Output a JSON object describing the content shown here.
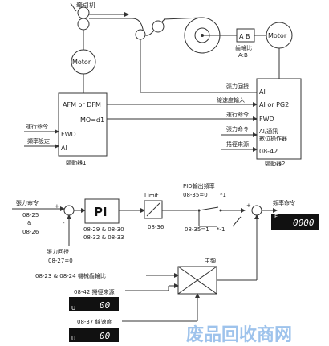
{
  "top": {
    "traction_label": "牵引机",
    "motor_label_1": "Motor",
    "motor_label_2": "Motor",
    "ratio_box": "A B",
    "ratio_caption": "齒輪比",
    "ratio_ab": "A:B",
    "driver1": {
      "afm": "AFM or DFM",
      "mo": "MO=d1",
      "fwd": "FWD",
      "ai": "AI",
      "caption": "驅動器1"
    },
    "driver2": {
      "ai": "AI",
      "ai_pg2": "AI or PG2",
      "fwd": "FWD",
      "ai_comm": "AI/通訊",
      "ai_comm2": "數位操作器",
      "p0842": "08-42",
      "caption": "驅動器2"
    },
    "left_labels": {
      "run_cmd": "運行命令",
      "freq_set": "頻率設定"
    },
    "right_labels": {
      "tension_fb": "張力回授",
      "line_speed": "線速度輸入",
      "run_cmd": "運行命令",
      "tension_cmd": "張力命令",
      "winding_src": "捲徑來源"
    }
  },
  "bottom": {
    "tension_cmd": "張力命令",
    "p0825": "08-25",
    "amp": "&",
    "p0826": "08-26",
    "plus": "+",
    "minus": "-",
    "tension_fb": "張力回授",
    "p0827": "08-27=0",
    "pi": "PI",
    "pi_params_1": "08-29 & 08-30",
    "pi_params_2": "08-32 & 08-33",
    "limit": "Limit",
    "p0836": "08-36",
    "pid_out": "PID輸出頻率",
    "p0835a": "08-35=0",
    "factor_pos": "*1",
    "p0835b": "08-35=1",
    "factor_neg": "*-1",
    "freq_cmd": "頻率命令",
    "master_freq": "主頻",
    "gear_line": "08-23 & 08-24 機械齒輪比",
    "winding_line": "08-42 捲徑來源",
    "line_speed": "08-37 線速度",
    "display_freq": "0000",
    "display_winding": "00",
    "display_speed": "00",
    "display_tag_f": "F",
    "display_tag_u1": "U",
    "display_tag_u2": "U"
  },
  "watermark": "废品回收商网"
}
